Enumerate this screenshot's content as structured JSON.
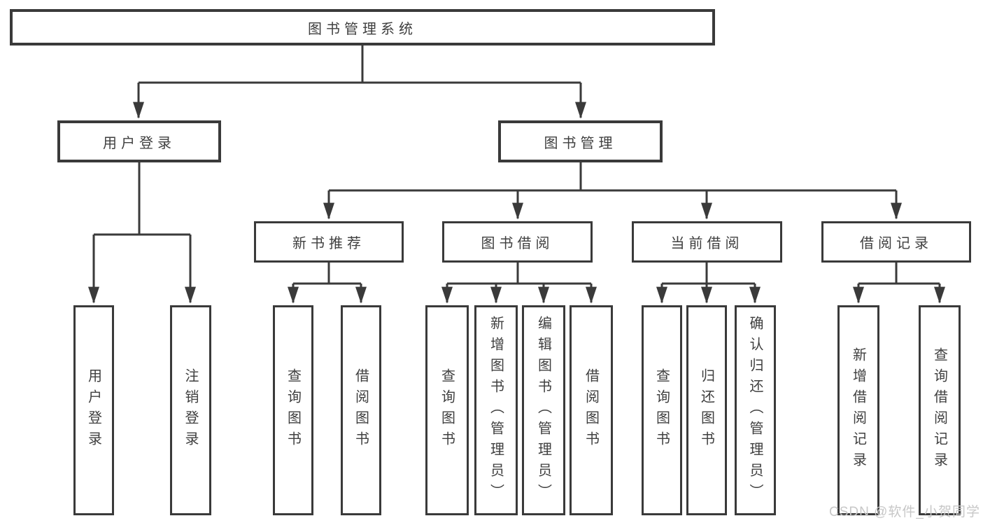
{
  "colors": {
    "line": "#3a3a3a",
    "text": "#3f3f3f",
    "watermark": "#c7c7c7",
    "background": "#ffffff"
  },
  "watermark": {
    "text": "CSDN @软件_小贺同学"
  },
  "nodes": {
    "root": {
      "label": "图书管理系统"
    },
    "user_login": {
      "label": "用户登录",
      "children": [
        {
          "label": "用户登录"
        },
        {
          "label": "注销登录"
        }
      ]
    },
    "book_management": {
      "label": "图书管理",
      "children": [
        {
          "label": "新书推荐",
          "children": [
            {
              "label": "查询图书"
            },
            {
              "label": "借阅图书"
            }
          ]
        },
        {
          "label": "图书借阅",
          "children": [
            {
              "label": "查询图书"
            },
            {
              "label": "新增图书（管理员）"
            },
            {
              "label": "编辑图书（管理员）"
            },
            {
              "label": "借阅图书"
            }
          ]
        },
        {
          "label": "当前借阅",
          "children": [
            {
              "label": "查询图书"
            },
            {
              "label": "归还图书"
            },
            {
              "label": "确认归还（管理员）"
            }
          ]
        },
        {
          "label": "借阅记录",
          "children": [
            {
              "label": "新增借阅记录"
            },
            {
              "label": "查询借阅记录"
            }
          ]
        }
      ]
    }
  }
}
